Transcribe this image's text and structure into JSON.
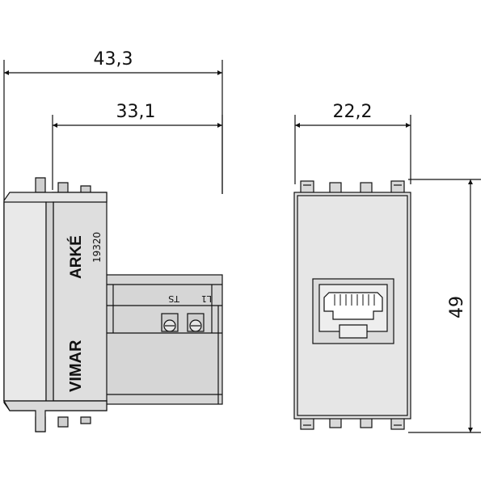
{
  "dimensions": {
    "overall_depth": "43,3",
    "body_depth": "33,1",
    "front_width": "22,2",
    "height": "49"
  },
  "side_view": {
    "series_logo": "ARKÉ",
    "article_code": "19320",
    "brand": "VIMAR",
    "terminal_labels": [
      "L1",
      "TS"
    ]
  },
  "colors": {
    "line": "#111111",
    "body_fill": "#dedede",
    "body_fill_dark": "#cfcfcf",
    "face_fill": "#e6e6e6",
    "background": "#ffffff"
  }
}
